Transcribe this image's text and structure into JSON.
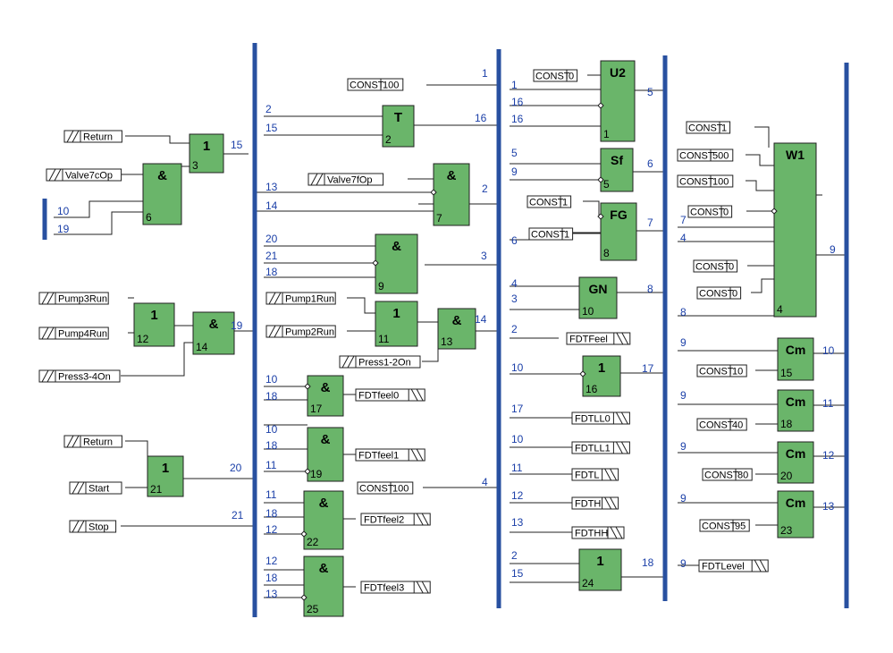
{
  "colors": {
    "bus": "#2850a0",
    "block_fill": "#6ab56a",
    "block_stroke": "#202020",
    "wire": "#202020",
    "net_num": "#1c40a8",
    "label_text": "#000000"
  },
  "blocks": [
    {
      "type": "1",
      "num": "3"
    },
    {
      "type": "&",
      "num": "6"
    },
    {
      "type": "1",
      "num": "12"
    },
    {
      "type": "&",
      "num": "14"
    },
    {
      "type": "1",
      "num": "21"
    },
    {
      "type": "T",
      "num": "2"
    },
    {
      "type": "&",
      "num": "7"
    },
    {
      "type": "&",
      "num": "9"
    },
    {
      "type": "1",
      "num": "11"
    },
    {
      "type": "&",
      "num": "13"
    },
    {
      "type": "&",
      "num": "17"
    },
    {
      "type": "&",
      "num": "19"
    },
    {
      "type": "&",
      "num": "22"
    },
    {
      "type": "&",
      "num": "25"
    },
    {
      "type": "U2",
      "num": "1"
    },
    {
      "type": "Sf",
      "num": "5"
    },
    {
      "type": "FG",
      "num": "8"
    },
    {
      "type": "GN",
      "num": "10"
    },
    {
      "type": "1",
      "num": "16"
    },
    {
      "type": "1",
      "num": "24"
    },
    {
      "type": "W1",
      "num": "4"
    },
    {
      "type": "Cm",
      "num": "15"
    },
    {
      "type": "Cm",
      "num": "18"
    },
    {
      "type": "Cm",
      "num": "20"
    },
    {
      "type": "Cm",
      "num": "23"
    }
  ],
  "inputs": [
    "Return",
    "Valve7cOp",
    "Pump3Run",
    "Pump4Run",
    "Press3-4On",
    "Return",
    "Start",
    "Stop",
    "Valve7fOp",
    "Pump1Run",
    "Pump2Run",
    "Press1-2On"
  ],
  "consts": [
    "CONST|100",
    "CONST|0",
    "CONST|1",
    "CONST|1",
    "CONST|100",
    "CONST|1",
    "CONST|500",
    "CONST|100",
    "CONST|0",
    "CONST|0",
    "CONST|0",
    "CONST|10",
    "CONST|40",
    "CONST|80",
    "CONST|95"
  ],
  "outputs": [
    "FDTfeel0",
    "FDTfeel1",
    "FDTfeel2",
    "FDTfeel3",
    "FDTFeel",
    "FDTLL0",
    "FDTLL1",
    "FDTL",
    "FDTH",
    "FDTHH",
    "FDTLevel"
  ],
  "nets": [
    "10",
    "19",
    "15",
    "19",
    "20",
    "21",
    "2",
    "15",
    "13",
    "14",
    "20",
    "21",
    "18",
    "10",
    "18",
    "10",
    "18",
    "11",
    "11",
    "18",
    "12",
    "12",
    "18",
    "13",
    "16",
    "2",
    "3",
    "14",
    "4",
    "1",
    "1",
    "16",
    "16",
    "5",
    "9",
    "6",
    "4",
    "3",
    "2",
    "10",
    "17",
    "10",
    "11",
    "12",
    "13",
    "2",
    "15",
    "5",
    "6",
    "7",
    "8",
    "17",
    "18",
    "7",
    "4",
    "8",
    "9",
    "9",
    "9",
    "9",
    "9",
    "9",
    "10",
    "11",
    "12",
    "13"
  ]
}
